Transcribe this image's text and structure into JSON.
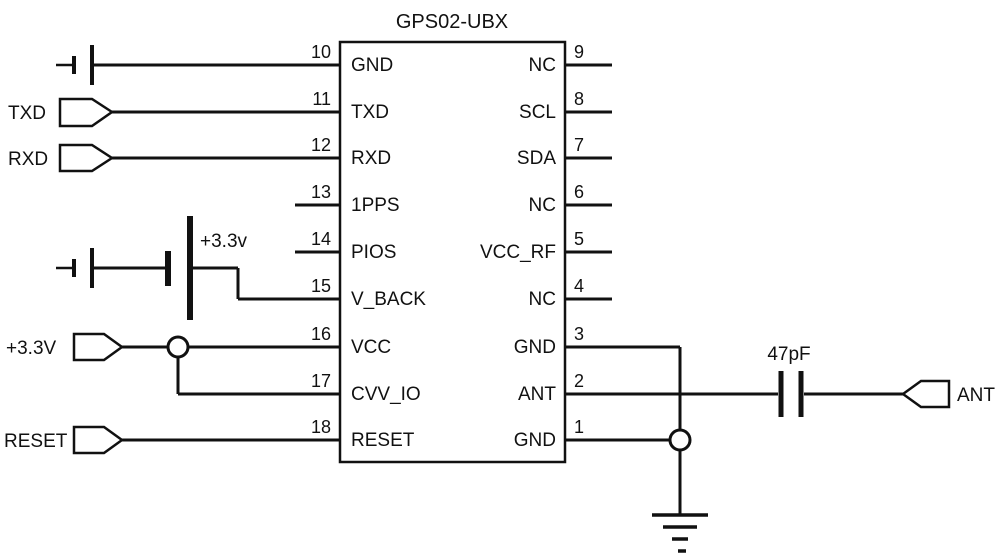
{
  "title": "GPS02-UBX",
  "ic": {
    "left_pins": [
      {
        "num": "10",
        "label": "GND"
      },
      {
        "num": "11",
        "label": "TXD"
      },
      {
        "num": "12",
        "label": "RXD"
      },
      {
        "num": "13",
        "label": "1PPS"
      },
      {
        "num": "14",
        "label": "PIOS"
      },
      {
        "num": "15",
        "label": "V_BACK"
      },
      {
        "num": "16",
        "label": "VCC"
      },
      {
        "num": "17",
        "label": "CVV_IO"
      },
      {
        "num": "18",
        "label": "RESET"
      }
    ],
    "right_pins": [
      {
        "num": "9",
        "label": "NC"
      },
      {
        "num": "8",
        "label": "SCL"
      },
      {
        "num": "7",
        "label": "SDA"
      },
      {
        "num": "6",
        "label": "NC"
      },
      {
        "num": "5",
        "label": "VCC_RF"
      },
      {
        "num": "4",
        "label": "NC"
      },
      {
        "num": "3",
        "label": "GND"
      },
      {
        "num": "2",
        "label": "ANT"
      },
      {
        "num": "1",
        "label": "GND"
      }
    ]
  },
  "connectors": {
    "txd_label": "TXD",
    "rxd_label": "RXD",
    "vcc_label": "+3.3V",
    "reset_label": "RESET",
    "ant_label": "ANT"
  },
  "components": {
    "battery_label": "+3.3v",
    "capacitor_label": "47pF"
  },
  "colors": {
    "stroke": "#111111",
    "background": "#ffffff"
  }
}
